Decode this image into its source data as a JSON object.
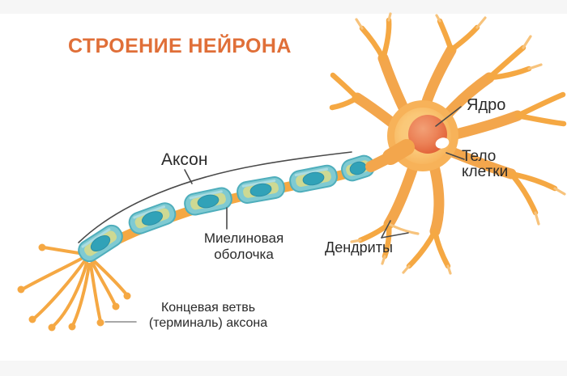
{
  "title": "СТРОЕНИЕ НЕЙРОНА",
  "labels": {
    "nucleus": "Ядро",
    "cell_body": "Тело клетки",
    "axon": "Аксон",
    "myelin_sheath": "Миелиновая оболочка",
    "dendrites": "Дендриты",
    "axon_terminal": "Концевая ветвь (терминаль) аксона"
  },
  "diagram_parts": [
    "dendrites",
    "cell-body",
    "nucleus",
    "axon",
    "myelin-sheath",
    "nodes-of-ranvier",
    "axon-terminal-branches"
  ],
  "colors": {
    "title_orange": "#e06f38",
    "label_text": "#2a2a2a",
    "pointer_line": "#4a4a4a",
    "neuron_orange": "#f5a843",
    "neuron_orange_deep": "#f3a64c",
    "neuron_orange_light": "#f7c37c",
    "soma_fill": "#f7b259",
    "soma_inner": "#fbcd82",
    "nucleus_red": "#e3663c",
    "nucleus_light": "#f2a076",
    "myelin_teal": "#7fcad2",
    "myelin_border": "#4faebc",
    "myelin_band": "#cdd993",
    "schwann_nucleus": "#31a2b8",
    "frame_strip": "#f6f6f6",
    "background": "#ffffff"
  }
}
